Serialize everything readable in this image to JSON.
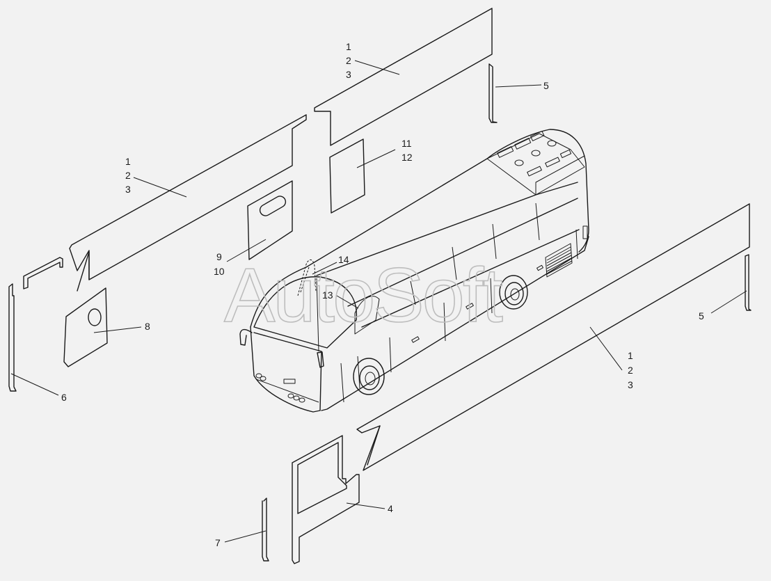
{
  "watermark": "AutoSoft",
  "callouts": [
    {
      "id": "c-top-1",
      "text": "1"
    },
    {
      "id": "c-top-2",
      "text": "2"
    },
    {
      "id": "c-top-3",
      "text": "3"
    },
    {
      "id": "c-top-5",
      "text": "5"
    },
    {
      "id": "c-11",
      "text": "11"
    },
    {
      "id": "c-12",
      "text": "12"
    },
    {
      "id": "c-left-1",
      "text": "1"
    },
    {
      "id": "c-left-2",
      "text": "2"
    },
    {
      "id": "c-left-3",
      "text": "3"
    },
    {
      "id": "c-9",
      "text": "9"
    },
    {
      "id": "c-10",
      "text": "10"
    },
    {
      "id": "c-14",
      "text": "14"
    },
    {
      "id": "c-13",
      "text": "13"
    },
    {
      "id": "c-8",
      "text": "8"
    },
    {
      "id": "c-6",
      "text": "6"
    },
    {
      "id": "c-right-5",
      "text": "5"
    },
    {
      "id": "c-right-1",
      "text": "1"
    },
    {
      "id": "c-right-2",
      "text": "2"
    },
    {
      "id": "c-right-3",
      "text": "3"
    },
    {
      "id": "c-4",
      "text": "4"
    },
    {
      "id": "c-7",
      "text": "7"
    }
  ]
}
